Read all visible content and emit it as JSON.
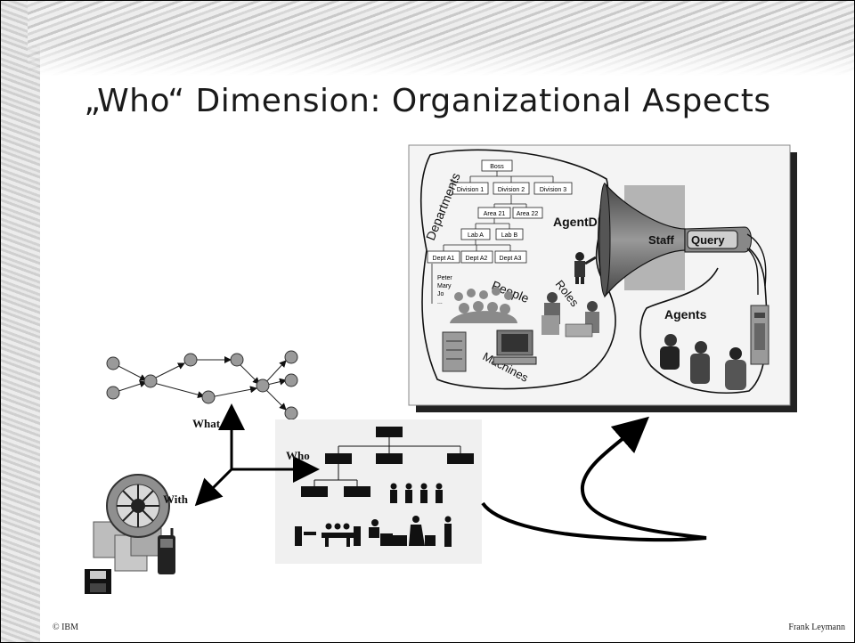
{
  "slide": {
    "title": "„Who“ Dimension: Organizational Aspects",
    "footer_left": "© IBM",
    "footer_right": "Frank Leymann"
  },
  "axes": {
    "what_label": "What",
    "who_label": "Who",
    "with_label": "With"
  },
  "agentdb": {
    "title": "AgentDB",
    "departments_label": "Departments",
    "people_label": "People",
    "roles_label": "Roles",
    "machines_label": "Machines",
    "staff_label": "Staff",
    "query_label": "Query",
    "agents_label": "Agents",
    "org_boss": "Boss",
    "org_divisions": [
      "Division 1",
      "Division 2",
      "Division 3"
    ],
    "org_areas": [
      "Area 21",
      "Area 22"
    ],
    "org_labs": [
      "Lab A",
      "Lab B"
    ],
    "org_depts": [
      "Dept A1",
      "Dept A2",
      "Dept A3"
    ],
    "people_list": [
      "Peter",
      "Mary",
      "Jo",
      "..."
    ]
  }
}
